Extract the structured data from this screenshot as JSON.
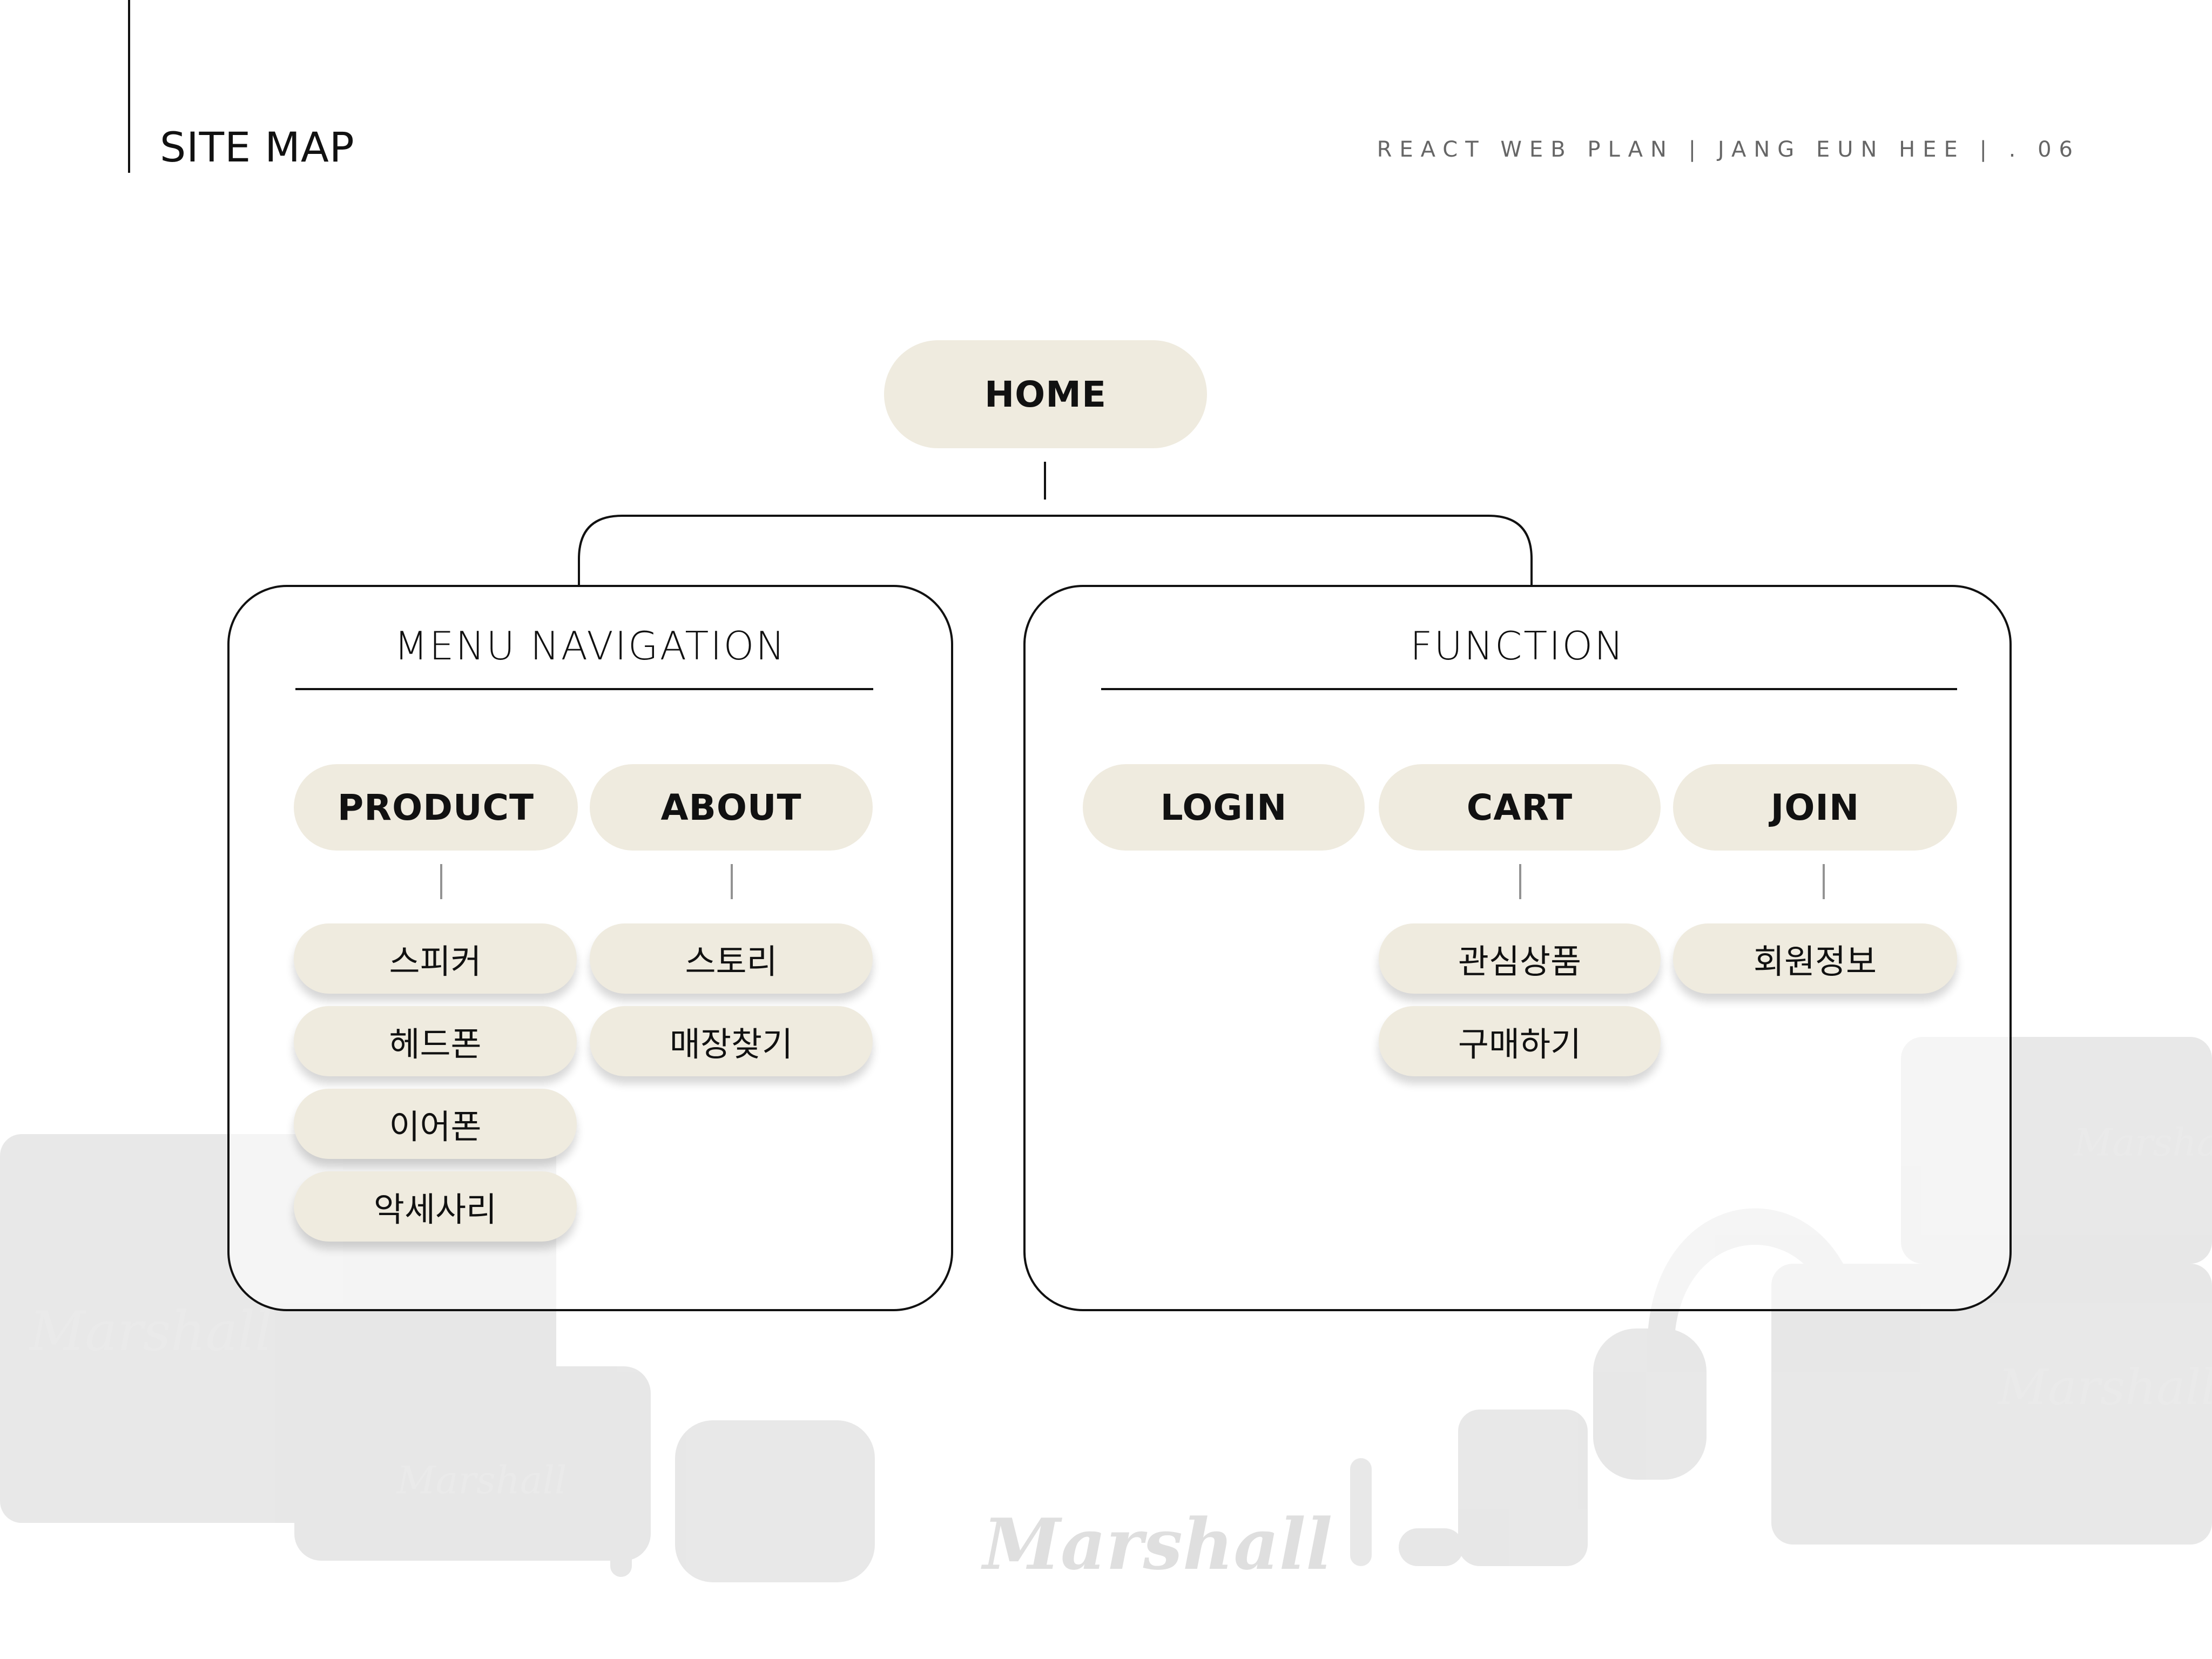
{
  "header": {
    "title": "SITE MAP",
    "meta": "REACT WEB PLAN  |  JANG EUN HEE  | . 06"
  },
  "sitemap": {
    "root": "HOME",
    "groups": [
      {
        "title": "MENU NAVIGATION",
        "sections": [
          {
            "label": "PRODUCT",
            "children": [
              "스피커",
              "헤드폰",
              "이어폰",
              "악세사리"
            ]
          },
          {
            "label": "ABOUT",
            "children": [
              "스토리",
              "매장찾기"
            ]
          }
        ]
      },
      {
        "title": "FUNCTION",
        "sections": [
          {
            "label": "LOGIN",
            "children": []
          },
          {
            "label": "CART",
            "children": [
              "관심상품",
              "구매하기"
            ]
          },
          {
            "label": "JOIN",
            "children": [
              "회원정보"
            ]
          }
        ]
      }
    ]
  },
  "background": {
    "brand_watermark": "Marshall"
  },
  "colors": {
    "pill_fill": "#efebdf",
    "line": "#111111",
    "background": "#ffffff"
  }
}
